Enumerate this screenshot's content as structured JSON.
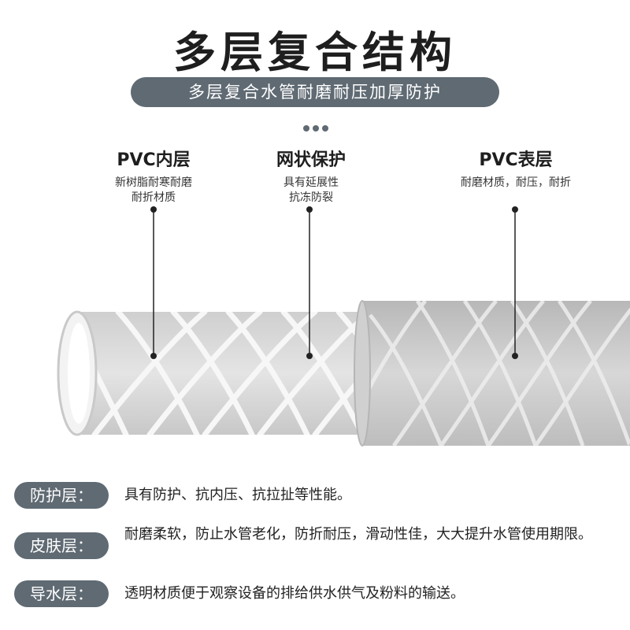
{
  "header": {
    "title": "多层复合结构",
    "subtitle": "多层复合水管耐磨耐压加厚防护"
  },
  "layers": [
    {
      "name": "PVC内层",
      "desc_line1": "新树脂耐寒耐磨",
      "desc_line2": "耐折材质"
    },
    {
      "name": "网状保护",
      "desc_line1": "具有延展性",
      "desc_line2": "抗冻防裂"
    },
    {
      "name": "PVC表层",
      "desc_line1": "耐磨材质，耐压，耐折",
      "desc_line2": ""
    }
  ],
  "features": [
    {
      "label": "防护层：",
      "text": "具有防护、抗内压、抗拉扯等性能。"
    },
    {
      "label": "皮肤层：",
      "text": "耐磨柔软，防止水管老化，防折耐压，滑动性佳，大大提升水管使用期限。"
    },
    {
      "label": "导水层：",
      "text": "透明材质便于观察设备的排给供水供气及粉料的输送。"
    }
  ],
  "colors": {
    "accent": "#5f6a73",
    "hose_outer": "#c9c9c9",
    "hose_inner": "#dcdcdc",
    "mesh": "#f5f5f5"
  }
}
